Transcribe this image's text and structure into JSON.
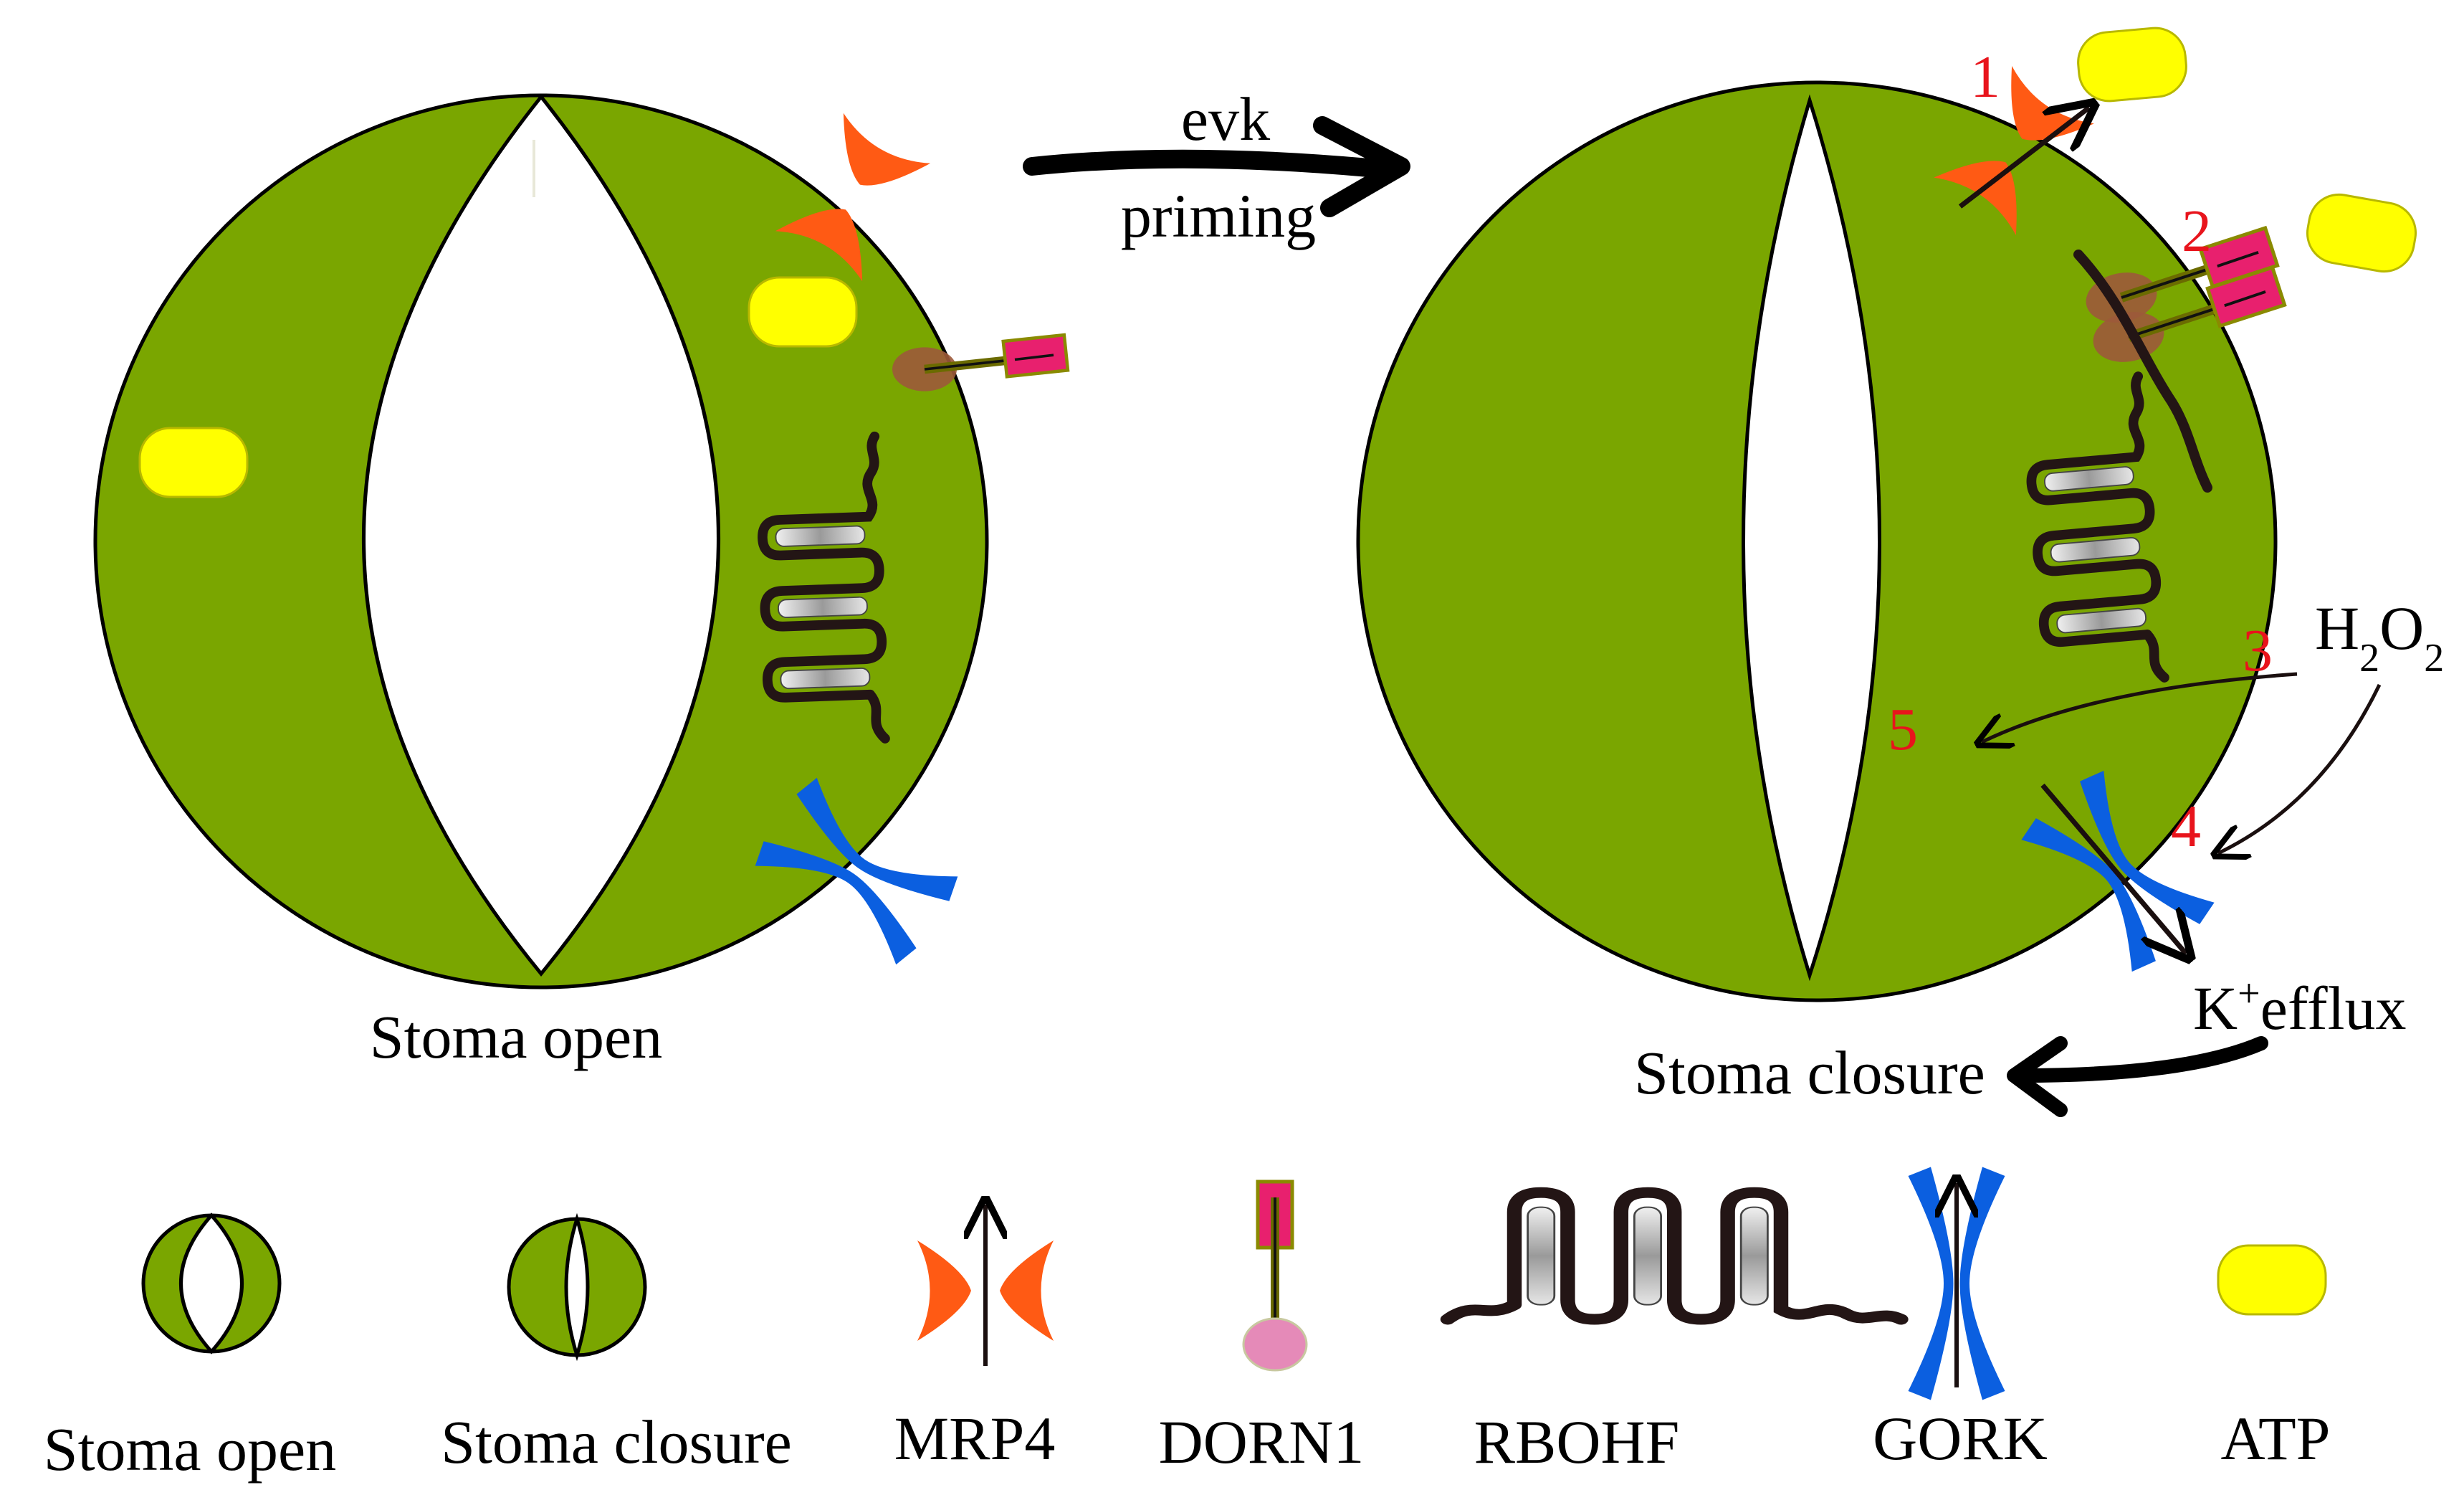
{
  "labels": {
    "arrow_evk": "evk",
    "arrow_priming": "priming",
    "left_stoma": "Stoma open",
    "right_stoma": "Stoma closure",
    "h2o2": "H2O2",
    "k_efflux": "K+efflux",
    "step_1": "1",
    "step_2": "2",
    "step_3": "3",
    "step_4": "4",
    "step_5": "5"
  },
  "legend": [
    {
      "icon": "stoma-open-icon",
      "label": "Stoma open"
    },
    {
      "icon": "stoma-closure-icon",
      "label": "Stoma closure"
    },
    {
      "icon": "mrp4-icon",
      "label": "MRP4"
    },
    {
      "icon": "dorn1-icon",
      "label": "DORN1"
    },
    {
      "icon": "rbohf-icon",
      "label": "RBOHF"
    },
    {
      "icon": "gork-icon",
      "label": "GORK"
    },
    {
      "icon": "atp-icon",
      "label": "ATP"
    }
  ],
  "colors": {
    "guard_cell": "#7aa600",
    "mrp4": "#ff5a14",
    "gork": "#0b5fe0",
    "atp": "#ffff00",
    "dorn1_head": "#e8206e",
    "dorn1_body": "#9c5a3a",
    "step_numbers": "#e8141c"
  }
}
